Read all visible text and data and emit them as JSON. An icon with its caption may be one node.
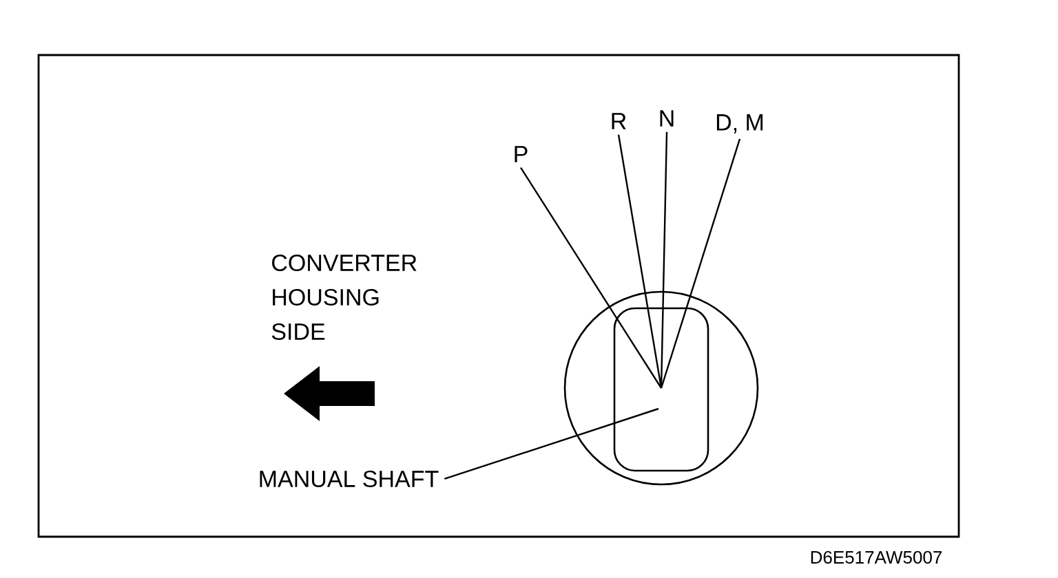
{
  "diagram": {
    "nodes": [
      {
        "text": [
          "P"
        ]
      },
      {
        "text": [
          "R"
        ]
      },
      {
        "text": [
          "N"
        ]
      },
      {
        "text": [
          "D, M"
        ]
      },
      {
        "text": [
          "MANUAL SHAFT"
        ]
      }
    ],
    "edges": [
      {
        "from": 0,
        "to": null,
        "arrow": "none"
      },
      {
        "from": 1,
        "to": null,
        "arrow": "none"
      },
      {
        "from": 2,
        "to": null,
        "arrow": "none"
      },
      {
        "from": 3,
        "to": null,
        "arrow": "none"
      },
      {
        "from": 4,
        "to": null,
        "arrow": "none"
      }
    ],
    "labels": [
      "CONVERTER HOUSING SIDE",
      "D6E517AW5007"
    ]
  }
}
